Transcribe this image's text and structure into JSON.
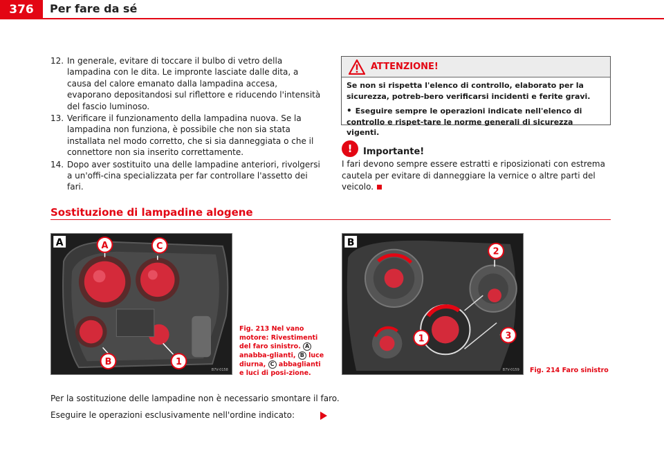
{
  "header": {
    "page_number": "376",
    "running_title": "Per fare da sé"
  },
  "steps": [
    {
      "num": "12.",
      "text": "In generale, evitare di toccare il bulbo di vetro della lampadina con le dita. Le impronte lasciate dalle dita, a causa del calore emanato dalla lampadina accesa, evaporano depositandosi sul riflettore e riducendo l'intensità del fascio luminoso."
    },
    {
      "num": "13.",
      "text": "Verificare il funzionamento della lampadina nuova. Se la lampadina non funziona, è possibile che non sia stata installata nel modo corretto, che si sia danneggiata o che il connettore non sia inserito correttamente."
    },
    {
      "num": "14.",
      "text": "Dopo aver sostituito una delle lampadine anteriori, rivolgersi a un'offi-cina specializzata per far controllare l'assetto dei fari."
    }
  ],
  "warning": {
    "title": "ATTENZIONE!",
    "para1": "Se non si rispetta l'elenco di controllo, elaborato per la sicurezza, potreb-bero verificarsi incidenti e ferite gravi.",
    "bullet_symbol": "•",
    "para2": "Eseguire sempre le operazioni indicate nell'elenco di controllo e rispet-tare le norme generali di sicurezza vigenti."
  },
  "important": {
    "icon_text": "!",
    "title": "Importante!",
    "text": "I fari devono sempre essere estratti e riposizionati con estrema cautela per evitare di danneggiare la vernice o altre parti del veicolo."
  },
  "section": {
    "title": "Sostituzione di lampadine alogene"
  },
  "figure_a": {
    "panel_letter": "A",
    "labels": {
      "a": "A",
      "b": "B",
      "c": "C",
      "one": "1"
    },
    "code": "B7V-0158",
    "caption_1": "Fig. 213   Nel vano motore: Rivestimenti del faro sinistro.",
    "badge_a": "A",
    "caption_2": "anabba-glianti,",
    "badge_b": "B",
    "caption_3": "luce diurna,",
    "badge_c": "C",
    "caption_4": "abbaglianti e luci di posi-zione."
  },
  "figure_b": {
    "panel_letter": "B",
    "labels": {
      "two": "2",
      "three": "3",
      "one": "1"
    },
    "code": "B7V-0159",
    "caption": "Fig. 214   Faro sinistro"
  },
  "body": {
    "para1": "Per la sostituzione delle lampadine non è necessario smontare il faro.",
    "para2": "Eseguire le operazioni esclusivamente nell'ordine indicato:"
  },
  "colors": {
    "accent": "#e30613"
  },
  "icons": [
    "warning-triangle-icon",
    "important-exclamation-icon",
    "continue-arrow-icon",
    "end-square-icon"
  ]
}
